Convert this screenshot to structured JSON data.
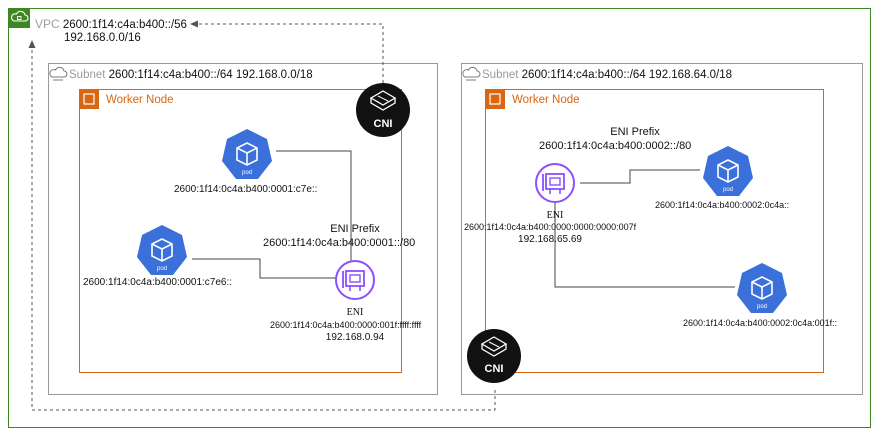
{
  "vpc": {
    "label": "VPC",
    "ipv6_cidr": "2600:1f14:c4a:b400::/56",
    "ipv4_cidr": "192.168.0.0/16",
    "icon": "cloud-lock-icon",
    "color": "#3f8624"
  },
  "subnets": [
    {
      "label": "Subnet",
      "cidrs": "2600:1f14:c4a:b400::/64 192.168.0.0/18",
      "icon": "cloud-subnet-icon",
      "worker": {
        "label": "Worker Node",
        "icon": "ec2-instance-icon",
        "color": "#d86613",
        "eni_prefix_title": "ENI Prefix",
        "eni_prefix": "2600:1f14:0c4a:b400:0001::/80",
        "eni_label": "ENI",
        "eni_ipv6": "2600:1f14:0c4a:b400:0000:001f:ffff:ffff",
        "eni_ipv4": "192.168.0.94",
        "pods": [
          {
            "label": "pod",
            "ip": "2600:1f14:0c4a:b400:0001:c7e::"
          },
          {
            "label": "pod",
            "ip": "2600:1f14:0c4a:b400:0001:c7e6::"
          }
        ],
        "cni_label": "CNI"
      }
    },
    {
      "label": "Subnet",
      "cidrs": "2600:1f14:c4a:b400::/64 192.168.64.0/18",
      "icon": "cloud-subnet-icon",
      "worker": {
        "label": "Worker Node",
        "icon": "ec2-instance-icon",
        "color": "#d86613",
        "eni_prefix_title": "ENI Prefix",
        "eni_prefix": "2600:1f14:0c4a:b400:0002::/80",
        "eni_label": "ENI",
        "eni_ipv6": "2600:1f14:0c4a:b400:0000:0000:0000:007f",
        "eni_ipv4": "192.168.65.69",
        "pods": [
          {
            "label": "pod",
            "ip": "2600:1f14:0c4a:b400:0002:0c4a::"
          },
          {
            "label": "pod",
            "ip": "2600:1f14:0c4a:b400:0002:0c4a:001f::"
          }
        ],
        "cni_label": "CNI"
      }
    }
  ],
  "colors": {
    "pod_blue": "#3b6fd9",
    "eni_purple": "#8c4fff",
    "cni_black": "#111111",
    "subnet_border": "#9a9a9a"
  }
}
